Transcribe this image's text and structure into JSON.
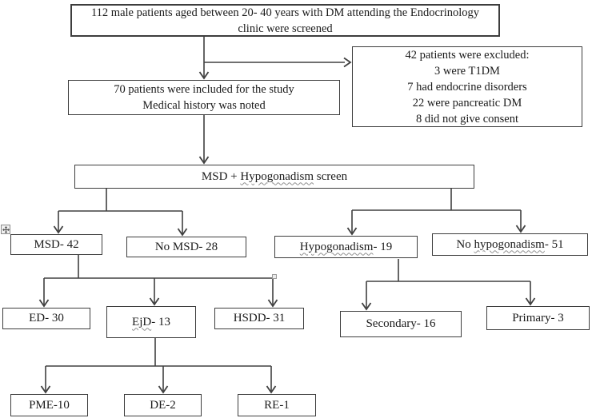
{
  "diagram": {
    "colors": {
      "background": "#ffffff",
      "line": "#404040",
      "box_border": "#3d3d3d",
      "text": "#1b1b1b",
      "spellcheck_underline": "#8f8f8f"
    },
    "icons": {
      "move_handle": "four-way-move-arrow",
      "resize_handle": "small-square-handle"
    },
    "boxes": {
      "screened": {
        "lines": [
          "112 male patients aged between 20- 40 years with DM attending the Endocrinology",
          "clinic were screened"
        ]
      },
      "excluded": {
        "lines": [
          "42 patients were excluded:",
          "3 were T1DM",
          "7 had endocrine disorders",
          "22 were pancreatic DM",
          "8 did not give consent"
        ]
      },
      "included": {
        "lines": [
          "70 patients were included for the study",
          "Medical history was noted"
        ]
      },
      "msd_screen": {
        "prefix": "MSD + ",
        "underlined": "Hypogonadism",
        "suffix": " screen"
      },
      "msd": {
        "label": "MSD- 42"
      },
      "no_msd": {
        "label": "No MSD- 28"
      },
      "hypogonadism": {
        "underlined": "Hypogonadism",
        "suffix": "- 19"
      },
      "no_hypogonadism": {
        "prefix": "No ",
        "underlined": "hypogonadism",
        "suffix": "- 51"
      },
      "ed": {
        "label": "ED- 30"
      },
      "ejd": {
        "underlined": "EjD",
        "suffix": "- 13"
      },
      "hsdd": {
        "label": "HSDD- 31"
      },
      "secondary": {
        "label": "Secondary- 16"
      },
      "primary": {
        "label": "Primary- 3"
      },
      "pme": {
        "label": "PME-10"
      },
      "de": {
        "label": "DE-2"
      },
      "re": {
        "label": "RE-1"
      }
    }
  }
}
